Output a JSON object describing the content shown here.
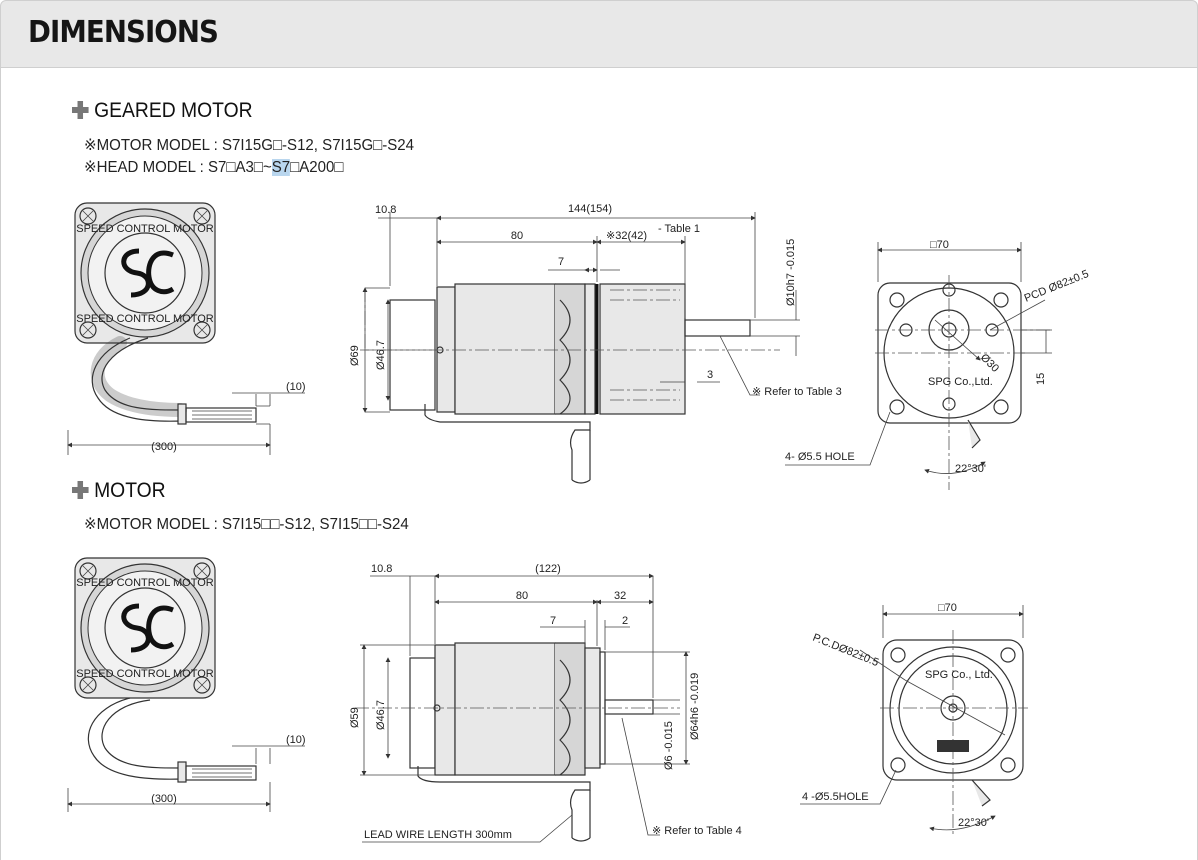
{
  "header": {
    "title": "DIMENSIONS"
  },
  "geared": {
    "title": "GEARED MOTOR",
    "motor_model": "※MOTOR MODEL : S7I15G□-S12, S7I15G□-S24",
    "head_model_a": "※HEAD MODEL  : S7□A3□~",
    "head_model_hl": "S7",
    "head_model_b": "□A200□",
    "labels": {
      "d108": "10.8",
      "d144": "144(154)",
      "d80": "80",
      "d32": "※32(42)",
      "table1": "- Table 1",
      "d7": "7",
      "d3": "3",
      "d69": "Ø69",
      "d467": "Ø46.7",
      "shaft": "Ø10h7 -0.015",
      "ref3": "※ Refer to Table 3",
      "sq70": "□70",
      "pcd": "PCD Ø82±0.5",
      "d30": "Ø30",
      "spg": "SPG Co.,Ltd.",
      "d15": "15",
      "hole": "4- Ø5.5 HOLE",
      "angle": "22°30'",
      "lead10": "(10)",
      "lead300": "(300)"
    }
  },
  "motor": {
    "title": "MOTOR",
    "motor_model": "※MOTOR MODEL : S7I15□□-S12, S7I15□□-S24",
    "labels": {
      "d108": "10.8",
      "d122": "(122)",
      "d80": "80",
      "d32": "32",
      "d7": "7",
      "d2": "2",
      "d59": "Ø59",
      "d467": "Ø46.7",
      "d64": "Ø64h6 -0.019",
      "d6": "Ø6 -0.015",
      "lead_len": "LEAD WIRE LENGTH 300mm",
      "ref4": "※ Refer to Table 4",
      "sq70": "□70",
      "pcd": "P.C.DØ82±0.5",
      "spg": "SPG Co., Ltd.",
      "hole": "4 -Ø5.5HOLE",
      "angle": "22°30'",
      "lead10": "(10)",
      "lead300": "(300)"
    }
  },
  "badge": {
    "top": "SPEED CONTROL MOTOR",
    "bottom": "SPEED CONTROL MOTOR",
    "mark": "SC"
  }
}
